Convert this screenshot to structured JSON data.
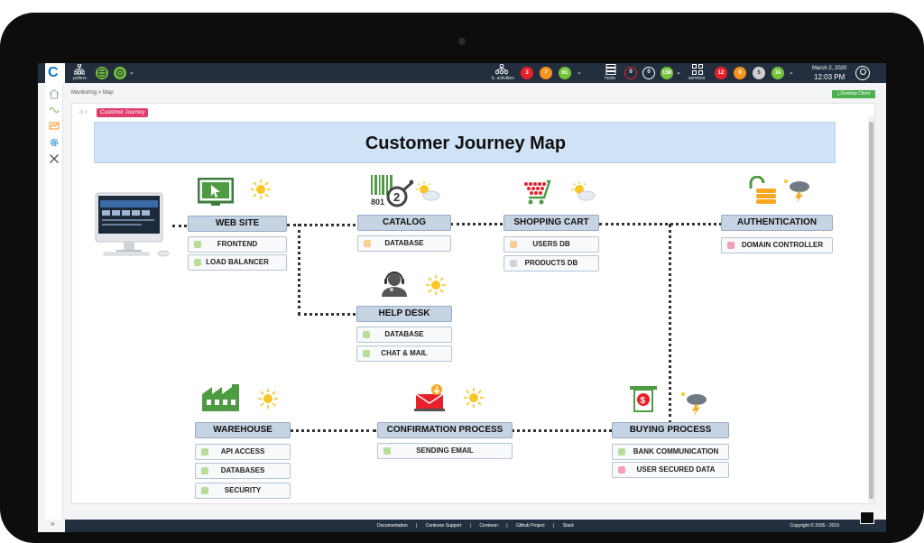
{
  "topbar": {
    "pollers_label": "pollers",
    "bactivities_label": "b. activities",
    "bactivities_counts": [
      "3",
      "7",
      "61"
    ],
    "hosts_label": "hosts",
    "hosts_counts": [
      "0",
      "0",
      "158"
    ],
    "services_label": "services",
    "services_counts": [
      "12",
      "9",
      "5",
      "1k"
    ],
    "date": "March 2, 2020",
    "time": "12:03 PM"
  },
  "breadcrumb": {
    "monitoring": "Monitoring",
    "sep": ">",
    "map": "Map"
  },
  "desktop_client_label": "Desktop Client",
  "tag_label": "Customer Journey",
  "map": {
    "title": "Customer Journey Map",
    "website": {
      "title": "WEB SITE",
      "items": [
        "FRONTEND",
        "LOAD BALANCER"
      ]
    },
    "catalog": {
      "title": "CATALOG",
      "items": [
        "DATABASE"
      ]
    },
    "cart": {
      "title": "SHOPPING CART",
      "items": [
        "USERS DB",
        "PRODUCTS DB"
      ]
    },
    "auth": {
      "title": "AUTHENTICATION",
      "items": [
        "DOMAIN CONTROLLER"
      ]
    },
    "helpdesk": {
      "title": "HELP DESK",
      "items": [
        "DATABASE",
        "CHAT & MAIL"
      ]
    },
    "warehouse": {
      "title": "WAREHOUSE",
      "items": [
        "API ACCESS",
        "DATABASES",
        "SECURITY"
      ]
    },
    "confirmation": {
      "title": "CONFIRMATION PROCESS",
      "items": [
        "SENDING EMAIL"
      ]
    },
    "buying": {
      "title": "BUYING PROCESS",
      "items": [
        "BANK COMMUNICATION",
        "USER SECURED DATA"
      ]
    },
    "catalog_icon_text": "801",
    "catalog_icon_num": "2"
  },
  "colors": {
    "ok": "#b8dc9a",
    "warning": "#f6cf95",
    "unknown": "#d2d4d7",
    "critical": "#f1a0b8",
    "red": "#e8202a",
    "orange": "#f7931e",
    "green": "#74c33a",
    "grey": "#cfcfcf"
  },
  "footer": {
    "links": [
      "Documentation",
      "|",
      "Centreon Support",
      "|",
      "Centreon",
      "|",
      "Github Project",
      "|",
      "Slack"
    ],
    "copyright": "Copyright © 2005 - 2019"
  }
}
